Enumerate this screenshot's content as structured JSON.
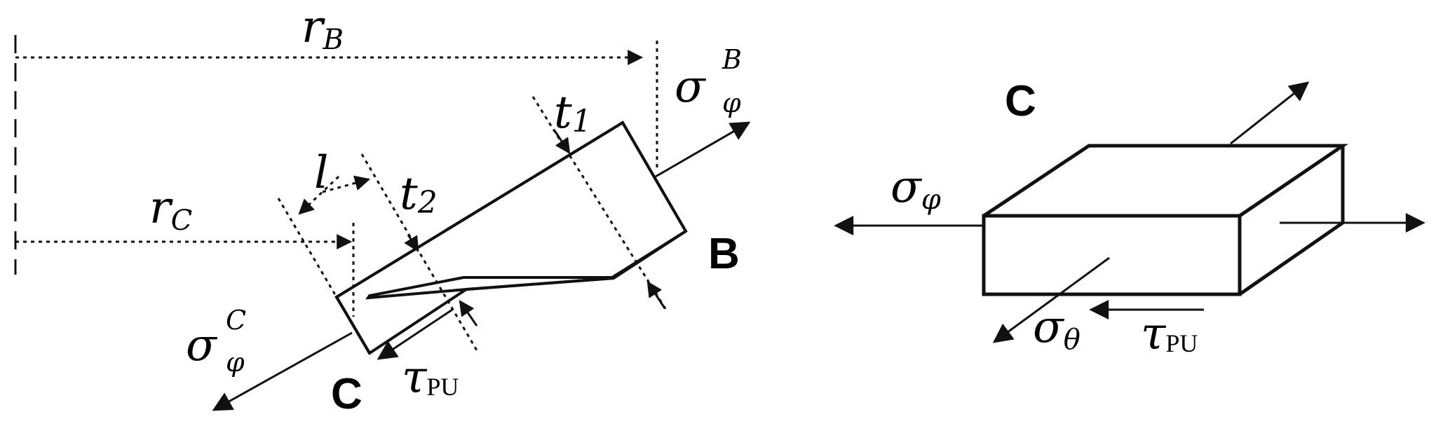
{
  "figure": {
    "left": {
      "r_b": {
        "main": "r",
        "sub": "B"
      },
      "r_c": {
        "main": "r",
        "sub": "C"
      },
      "l": "l",
      "t1": {
        "main": "t",
        "sub": "1"
      },
      "t2": {
        "main": "t",
        "sub": "2"
      },
      "sigma_phi_b": {
        "main": "σ",
        "sup": "B",
        "sub": "φ"
      },
      "sigma_phi_c": {
        "main": "σ",
        "sup": "C",
        "sub": "φ"
      },
      "tau_pu": {
        "main": "τ",
        "sub": "PU"
      },
      "point_b": "B",
      "point_c": "C"
    },
    "right": {
      "point_c": "C",
      "sigma_phi": {
        "main": "σ",
        "sub": "φ"
      },
      "sigma_theta": {
        "main": "σ",
        "sub": "θ"
      },
      "tau_pu": {
        "main": "τ",
        "sub": "PU"
      }
    }
  }
}
